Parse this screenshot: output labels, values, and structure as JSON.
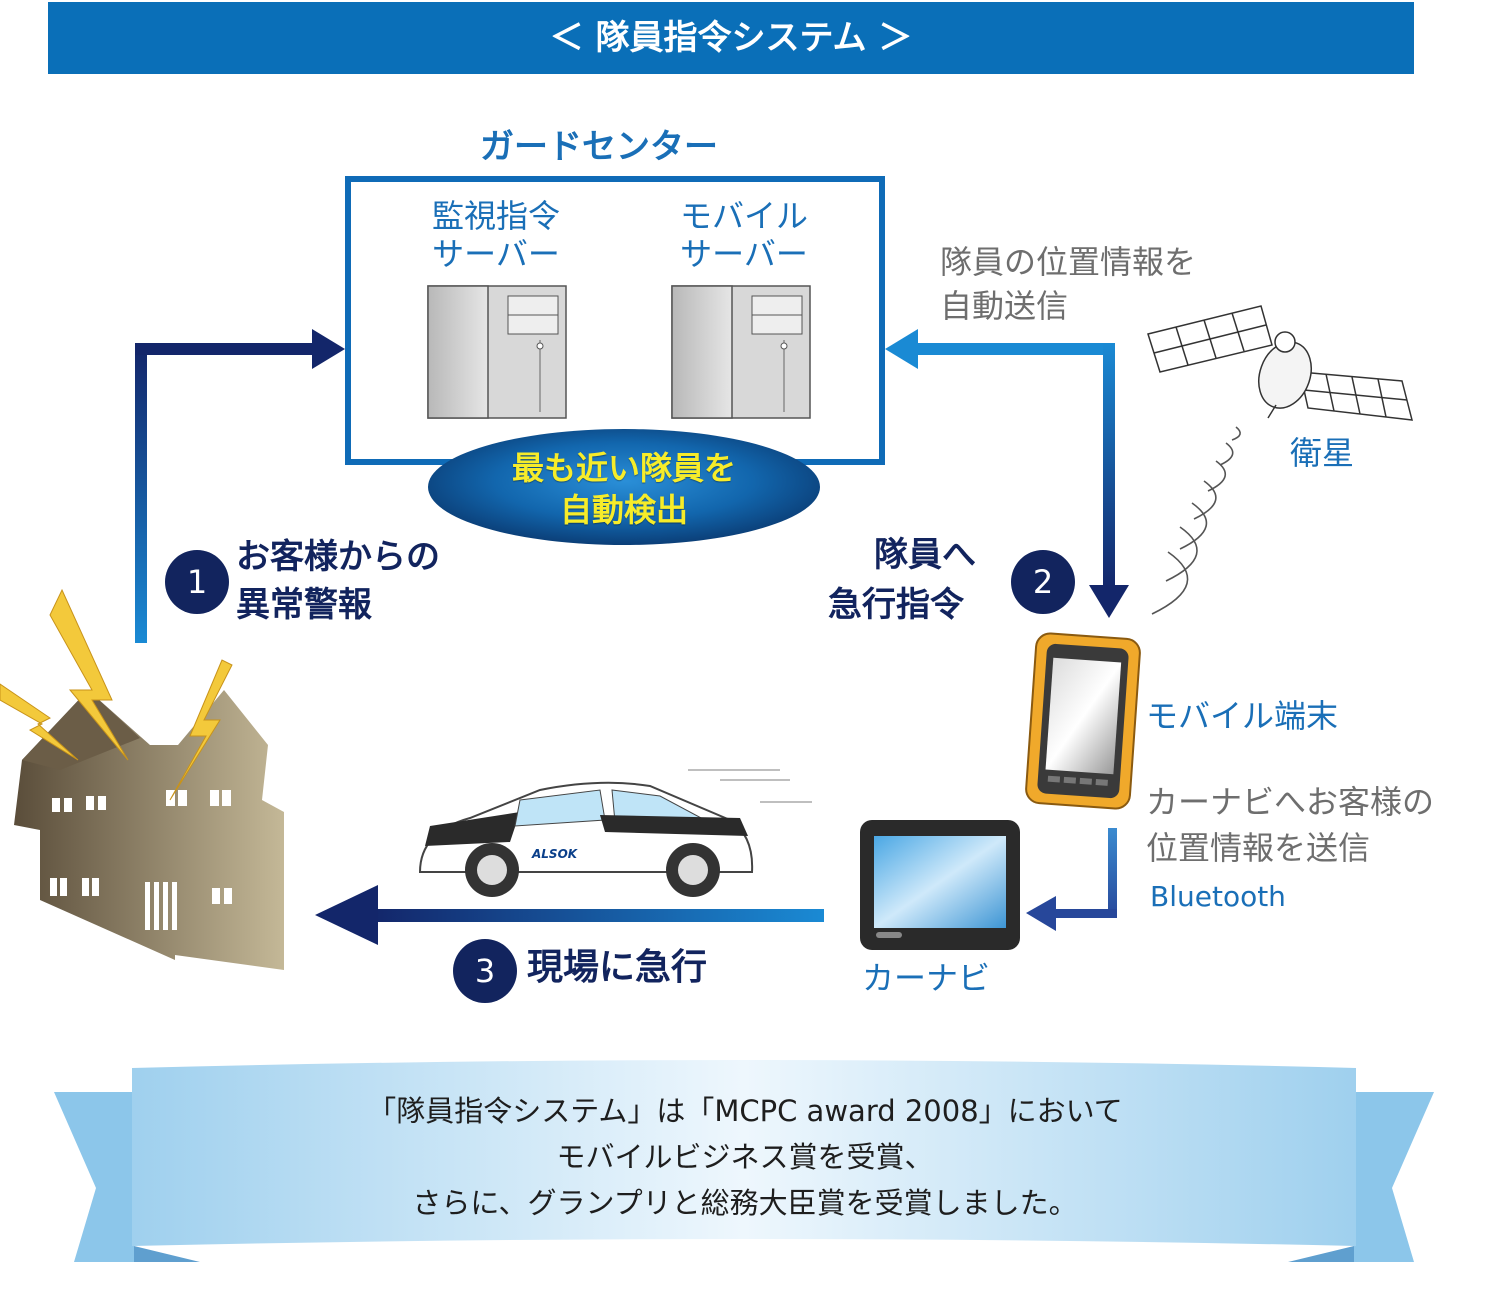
{
  "title": "＜ 隊員指令システム ＞",
  "guard_center": {
    "label": "ガードセンター",
    "monitoring_server": {
      "line1": "監視指令",
      "line2": "サーバー"
    },
    "mobile_server": {
      "line1": "モバイル",
      "line2": "サーバー"
    },
    "detect_bubble": {
      "line1": "最も近い隊員を",
      "line2": "自動検出"
    }
  },
  "position_note": {
    "line1": "隊員の位置情報を",
    "line2": "自動送信"
  },
  "satellite_label": "衛星",
  "steps": [
    {
      "number": "1",
      "line1": "お客様からの",
      "line2": "異常警報"
    },
    {
      "number": "2",
      "line1": "隊員へ",
      "line2": "急行指令"
    },
    {
      "number": "3",
      "line1": "現場に急行"
    }
  ],
  "mobile_terminal_label": "モバイル端末",
  "carnavi_note": {
    "line1": "カーナビへお客様の",
    "line2": "位置情報を送信"
  },
  "bluetooth_label": "Bluetooth",
  "carnavi_label": "カーナビ",
  "car_logo": "ALSOK",
  "award": {
    "line1": "「隊員指令システム」は「MCPC award 2008」において",
    "line2": "モバイルビジネス賞を受賞、",
    "line3": "さらに、グランプリと総務大臣賞を受賞しました。"
  },
  "colors": {
    "title_bar": "#0a6fb8",
    "navy": "#12245e",
    "accent_blue": "#1a6fb7",
    "highlight": "#f6ec2a"
  }
}
